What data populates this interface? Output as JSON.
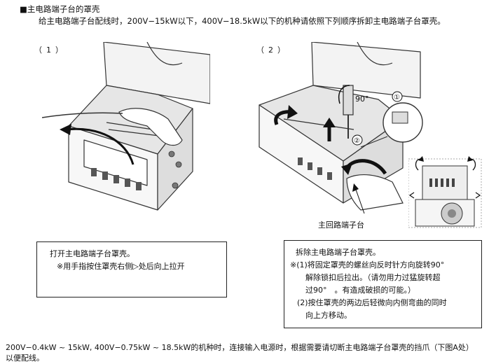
{
  "header": {
    "section_title": "■主电路端子台的罩壳",
    "intro": "给主电路端子台配线时，200V−15kW以下，400V−18.5kW以下的机种请依照下列顺序拆卸主电路端子台罩壳。"
  },
  "steps": [
    {
      "label": "（1）"
    },
    {
      "label": "（2）"
    }
  ],
  "figure2": {
    "angle_label": "90°",
    "marker_1": "①",
    "marker_2": "②",
    "caption": "主回路端子台"
  },
  "box1": {
    "line1": "打开主电路端子台罩壳。",
    "line2": "※用手指按住罩壳右侧",
    "line2_arrow": "▷",
    "line2_tail": "处后向上拉开"
  },
  "box2": {
    "line1": "拆除主电路端子台罩壳。",
    "line2": "※(1)将固定罩壳的螺丝向反时针方向旋转90°",
    "line3": "解除锁扣后拉出。（请勿用力过猛旋转超",
    "line4": "过90°　。有造成破损的可能。）",
    "line5": "(2)按住罩壳的两边后轻微向内侧弯曲的同时",
    "line6": "向上方移动。"
  },
  "footer": {
    "line1": "200V−0.4kW ~ 15kW, 400V−0.75kW ~ 18.5kW的机种时，连接输入电源时，根据需要请切断主电路端子台罩壳的挡爪（下图A处）",
    "line2": "以便配线。"
  },
  "icons": [
    "arrow-icon",
    "screwdriver-icon",
    "magnifier-circle-icon",
    "rotate-arrow-icon"
  ]
}
